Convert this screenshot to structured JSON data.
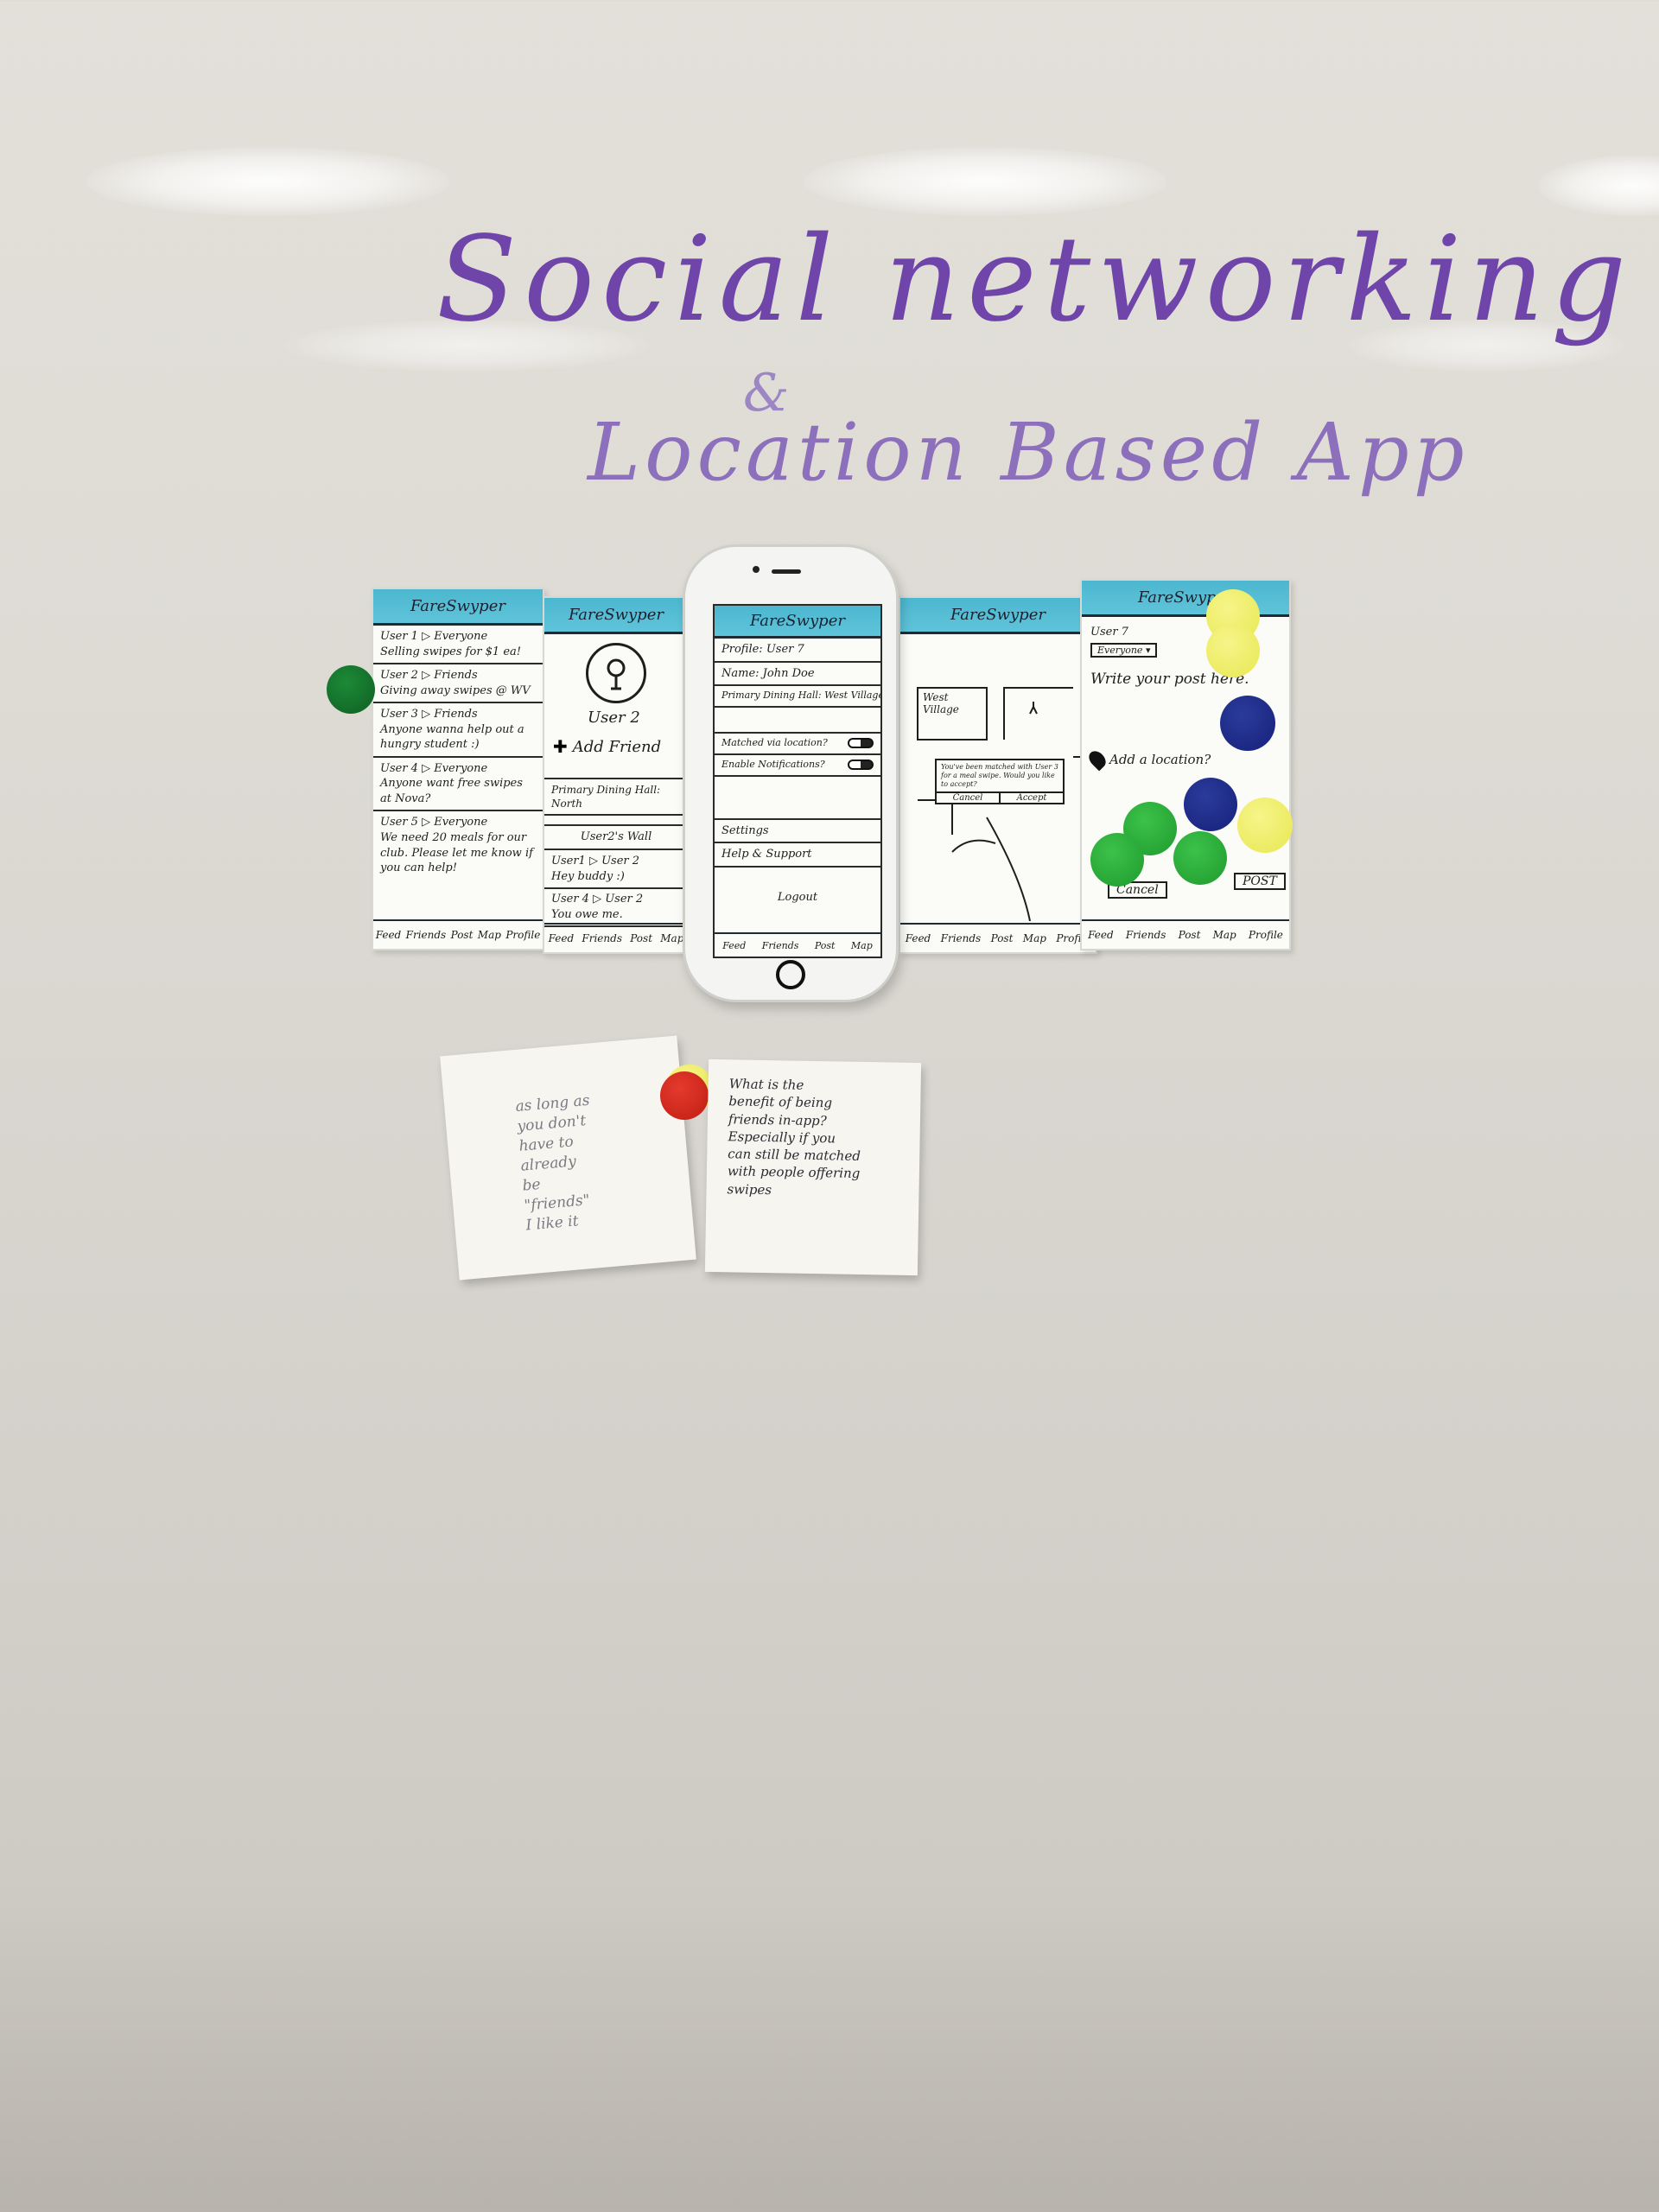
{
  "whiteboard": {
    "title_line_1": "Social networking",
    "title_line_2": "&",
    "title_line_3": "Location Based App"
  },
  "app_name": "FareSwyper",
  "nav_tabs": [
    "Feed",
    "Friends",
    "Post",
    "Map",
    "Profile"
  ],
  "screen_feed": {
    "posts": [
      {
        "header": "User 1 ▷ Everyone",
        "body": "Selling swipes for $1 ea!"
      },
      {
        "header": "User 2 ▷ Friends",
        "body": "Giving away swipes @ WV"
      },
      {
        "header": "User 3 ▷ Friends",
        "body": "Anyone wanna help out a hungry student :)"
      },
      {
        "header": "User 4 ▷ Everyone",
        "body": "Anyone want free swipes at Nova?"
      },
      {
        "header": "User 5 ▷ Everyone",
        "body": "We need 20 meals for our club. Please let me know if you can help!"
      }
    ]
  },
  "screen_friends": {
    "username": "User 2",
    "add_friend": "Add Friend",
    "dining_hall": "Primary Dining Hall: North",
    "wall_title": "User2's Wall",
    "wall_posts": [
      {
        "header": "User1 ▷ User 2",
        "body": "Hey buddy :)"
      },
      {
        "header": "User 4 ▷ User 2",
        "body": "You owe me."
      }
    ]
  },
  "screen_profile": {
    "profile": "Profile: User 7",
    "name": "Name: John Doe",
    "dining_hall": "Primary Dining Hall: West Village",
    "toggle_matched": "Matched via location?",
    "toggle_notifications": "Enable Notifications?",
    "settings": "Settings",
    "help": "Help & Support",
    "logout": "Logout"
  },
  "screen_map": {
    "place": "West Village",
    "popup_text": "You've been matched with User 3 for a meal swipe. Would you like to accept?",
    "cancel": "Cancel",
    "accept": "Accept"
  },
  "screen_post": {
    "user": "User 7",
    "audience": "Everyone ▾",
    "placeholder": "Write your post here.",
    "add_location": "Add a location?",
    "cancel": "Cancel",
    "post": "POST"
  },
  "sticky_note_left": {
    "lines": [
      "as long as",
      "you don't",
      "have to",
      "already",
      "be",
      "\"friends\"",
      "I like it"
    ]
  },
  "sticky_note_right": {
    "lines": [
      "What is the",
      "benefit of being",
      "friends in-app?",
      "Especially if you",
      "can still be matched",
      "with people offering",
      "swipes"
    ]
  },
  "colors": {
    "marker_purple": "#6f45aa",
    "header_teal": "#4cb7cf",
    "sticker_green": "#2bb13c",
    "sticker_dark_green": "#15732c",
    "sticker_blue": "#1e2a8a",
    "sticker_yellow": "#f0ef6c",
    "sticker_red": "#d52a1f"
  }
}
